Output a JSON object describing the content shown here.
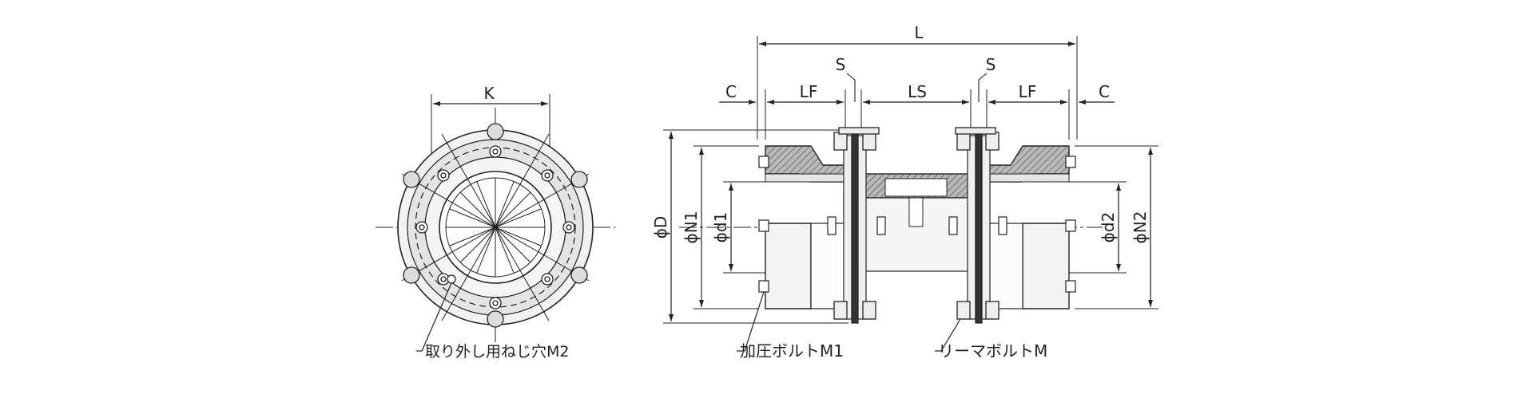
{
  "front_view": {
    "dim_K": "K",
    "label_removal_holes": "取り外し用ねじ穴M2"
  },
  "side_view": {
    "dim_L": "L",
    "dim_S_left": "S",
    "dim_S_right": "S",
    "dim_C_left": "C",
    "dim_LF_left": "LF",
    "dim_LS": "LS",
    "dim_LF_right": "LF",
    "dim_C_right": "C",
    "dim_D": "ϕD",
    "dim_N1": "ϕN1",
    "dim_d1": "ϕd1",
    "dim_d2": "ϕd2",
    "dim_N2": "ϕN2",
    "label_press_bolt": "加圧ボルトM1",
    "label_reamer_bolt": "リーマボルトM"
  }
}
